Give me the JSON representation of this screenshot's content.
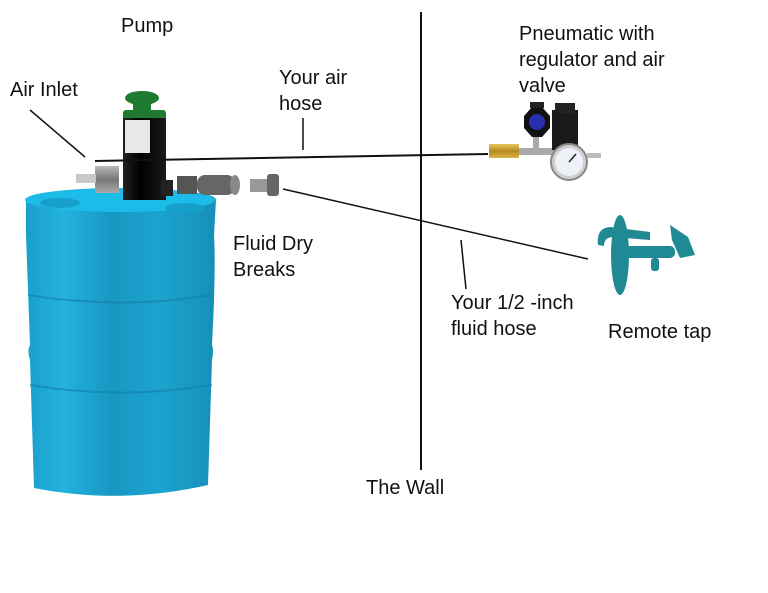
{
  "labels": {
    "pump": "Pump",
    "air_inlet": "Air Inlet",
    "air_hose_line1": "Your air",
    "air_hose_line2": "hose",
    "pneumatic_line1": "Pneumatic with",
    "pneumatic_line2": "regulator and air",
    "pneumatic_line3": "valve",
    "fluid_dry_line1": "Fluid Dry",
    "fluid_dry_line2": "Breaks",
    "fluid_hose_line1": "Your 1/2 -inch",
    "fluid_hose_line2": "fluid hose",
    "remote_tap": "Remote tap",
    "wall": "The Wall"
  },
  "colors": {
    "drum": "#1aa7d1",
    "drum_light": "#20b8e3",
    "drum_dark": "#1390b8",
    "pump_body": "#111111",
    "pump_cap": "#1e7a2e",
    "regulator_knob": "#2a2fb0",
    "brass": "#c9a133",
    "tap": "#1f8a94",
    "line": "#111111"
  }
}
